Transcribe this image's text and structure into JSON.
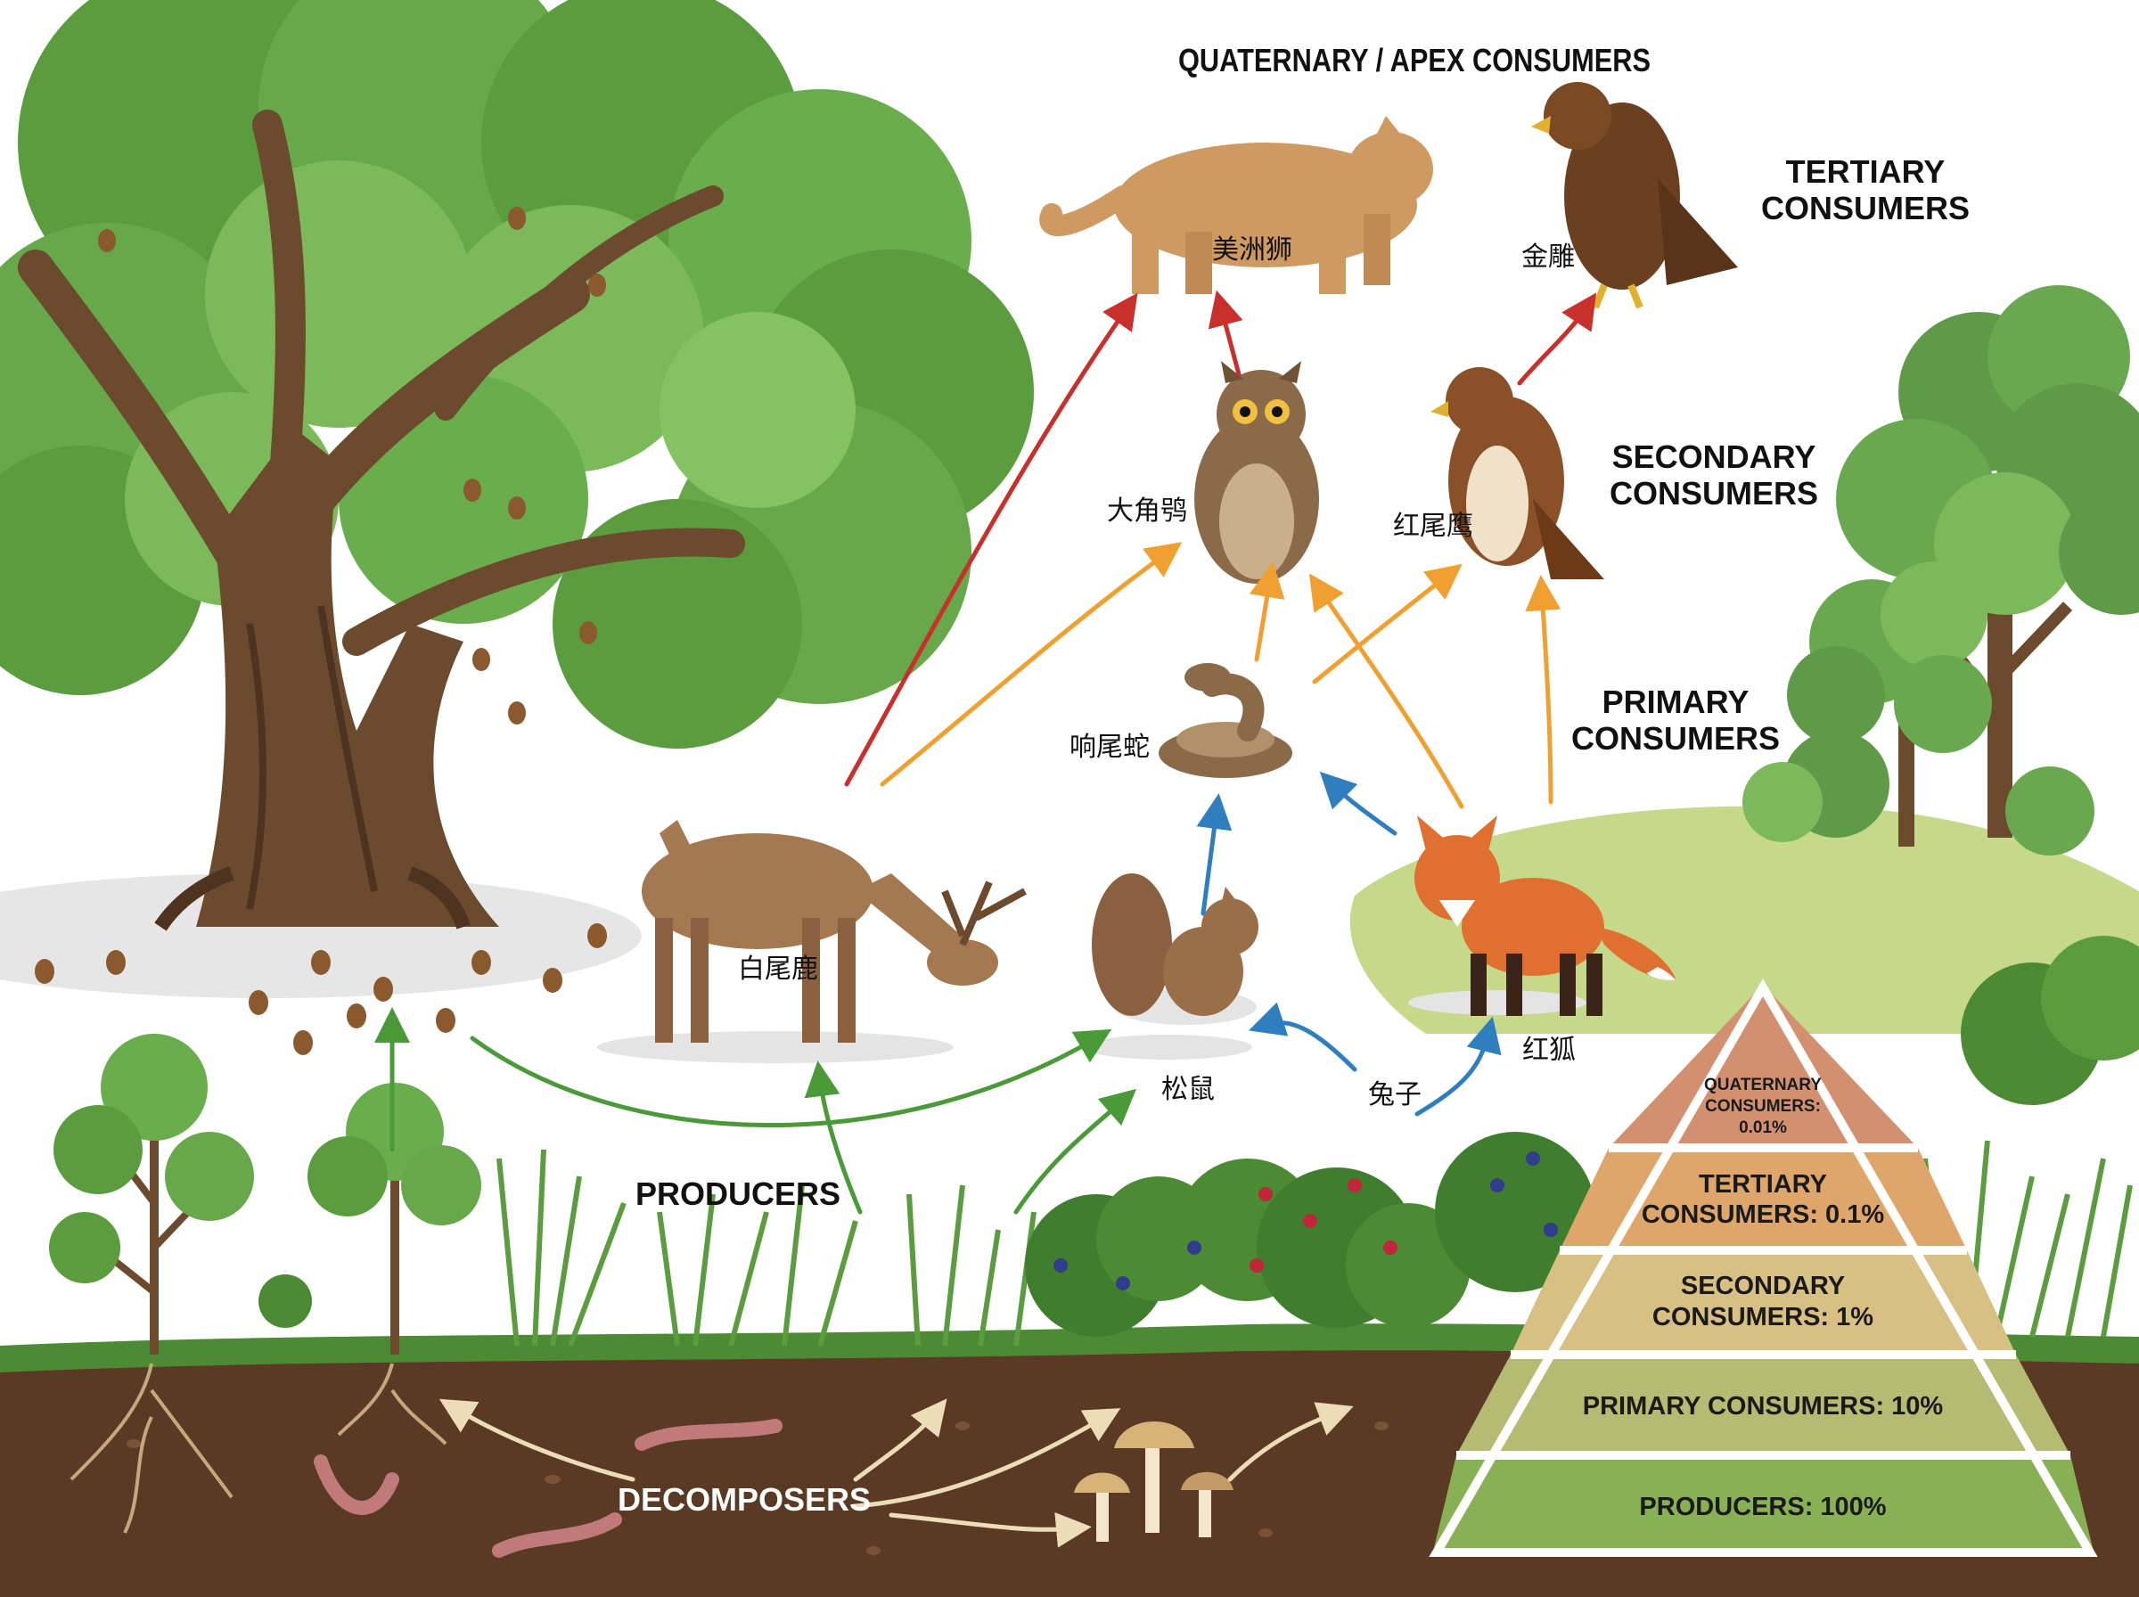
{
  "headings": {
    "quaternary": "QUATERNARY / APEX CONSUMERS",
    "tertiary_line1": "TERTIARY",
    "tertiary_line2": "CONSUMERS",
    "secondary_line1": "SECONDARY",
    "secondary_line2": "CONSUMERS",
    "primary_line1": "PRIMARY",
    "primary_line2": "CONSUMERS",
    "producers": "PRODUCERS",
    "decomposers": "DECOMPOSERS"
  },
  "organisms": {
    "puma": "美洲狮",
    "eagle": "金雕",
    "owl": "大角鸮",
    "hawk": "红尾鹰",
    "snake": "响尾蛇",
    "deer": "白尾鹿",
    "squirrel": "松鼠",
    "rabbit": "兔子",
    "fox": "红狐"
  },
  "pyramid": {
    "quaternary_line1": "QUATERNARY",
    "quaternary_line2": "CONSUMERS:",
    "quaternary_line3": "0.01%",
    "tertiary_line1": "TERTIARY",
    "tertiary_line2": "CONSUMERS: 0.1%",
    "secondary_line1": "SECONDARY",
    "secondary_line2": "CONSUMERS: 1%",
    "primary": "PRIMARY CONSUMERS: 10%",
    "producers": "PRODUCERS: 100%",
    "levels_percent": [
      100,
      10,
      1,
      0.1,
      0.01
    ]
  },
  "colors": {
    "arrow_green": "#4a9a3a",
    "arrow_blue": "#2f7fc0",
    "arrow_orange": "#f0a030",
    "arrow_red": "#c8302c",
    "arrow_decomposer": "#ecdcb8",
    "soil": "#5a3a24",
    "pyramid_producers": "#88b055",
    "pyramid_primary": "#b5bb72",
    "pyramid_secondary": "#d8c084",
    "pyramid_tertiary": "#dea66a",
    "pyramid_quaternary": "#d39070"
  }
}
